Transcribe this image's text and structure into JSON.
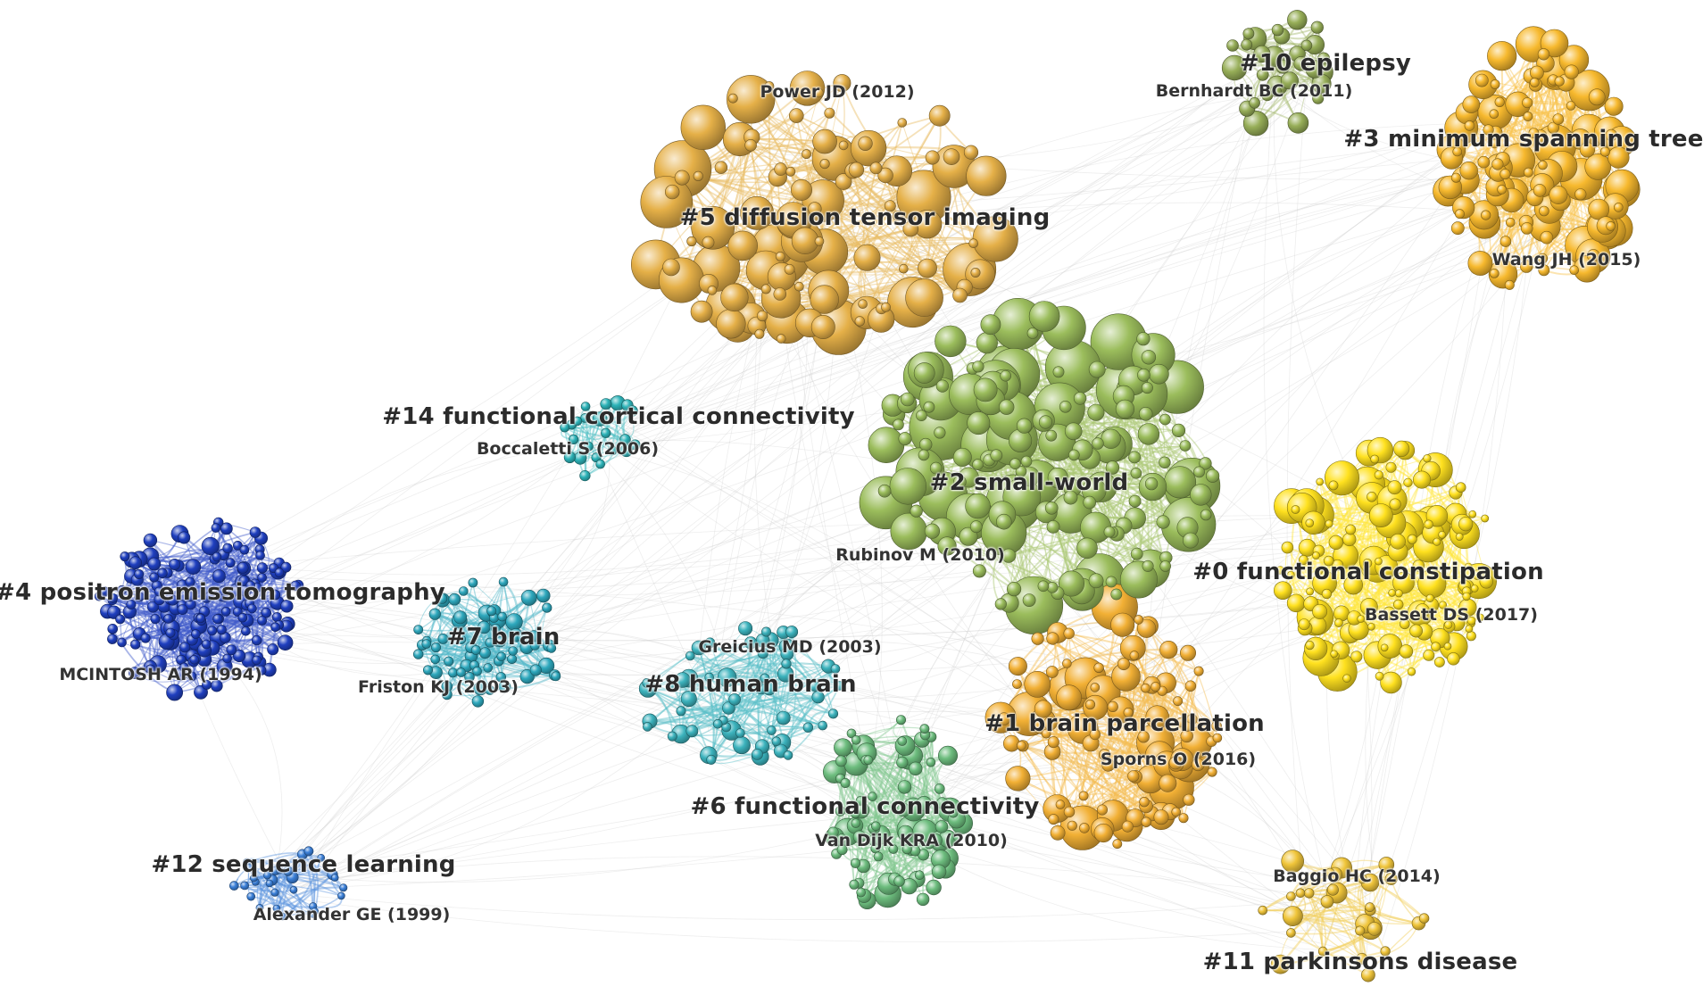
{
  "clusters": [
    {
      "id": "c0",
      "label": "#0 functional constipation",
      "ref": "Bassett DS (2017)",
      "color": "#ffe11f"
    },
    {
      "id": "c1",
      "label": "#1 brain parcellation",
      "ref": "Sporns O (2016)",
      "color": "#f2b035"
    },
    {
      "id": "c2",
      "label": "#2 small-world",
      "ref": "Rubinov M (2010)",
      "color": "#9bbd5c"
    },
    {
      "id": "c3",
      "label": "#3 minimum spanning tree",
      "ref": "Wang JH (2015)",
      "color": "#f7b92e"
    },
    {
      "id": "c4",
      "label": "#4 positron emission tomography",
      "ref": "MCINTOSH AR (1994)",
      "color": "#1f3fbf"
    },
    {
      "id": "c5",
      "label": "#5 diffusion tensor imaging",
      "ref": "Power JD (2012)",
      "color": "#e5b048"
    },
    {
      "id": "c6",
      "label": "#6 functional connectivity",
      "ref": "Van Dijk KRA (2010)",
      "color": "#6dbd7e"
    },
    {
      "id": "c7",
      "label": "#7 brain",
      "ref": "Friston KJ (2003)",
      "color": "#2ea8bd"
    },
    {
      "id": "c8",
      "label": "#8 human brain",
      "ref": "Greicius MD (2003)",
      "color": "#3cb3bd"
    },
    {
      "id": "c10",
      "label": "#10 epilepsy",
      "ref": "Bernhardt BC (2011)",
      "color": "#97ae58"
    },
    {
      "id": "c11",
      "label": "#11 parkinsons disease",
      "ref": "Baggio HC (2014)",
      "color": "#f0c53a"
    },
    {
      "id": "c12",
      "label": "#12 sequence learning",
      "ref": "Alexander GE (1999)",
      "color": "#3a7fd8"
    },
    {
      "id": "c14",
      "label": "#14 functional cortical connectivity",
      "ref": "Boccaletti S (2006)",
      "color": "#2cb3b8"
    }
  ]
}
